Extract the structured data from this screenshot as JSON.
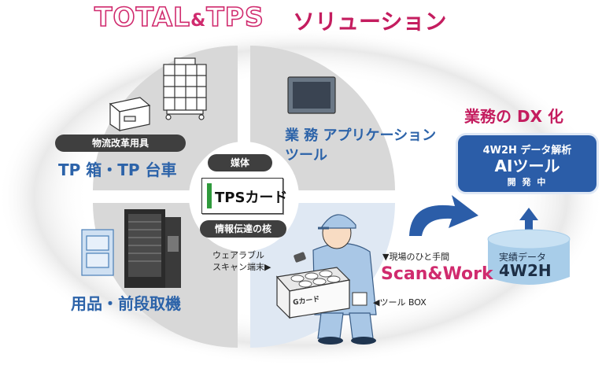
{
  "title": {
    "main": "TOTAL",
    "amp": "&",
    "tps": "TPS",
    "suffix": "ソリューション"
  },
  "quadrants": {
    "top_left": {
      "pill": "物流改革用具",
      "label": "TP 箱・TP 台車"
    },
    "top_right": {
      "label_line1": "業 務 アプリケーション",
      "label_line2": "ツール"
    },
    "bottom_left": {
      "label": "用品・前段取機"
    }
  },
  "center": {
    "top_pill": "媒体",
    "card_text": "TPSカード",
    "bottom_pill": "情報伝達の核"
  },
  "worker": {
    "scanner_line1": "ウェアラブル",
    "scanner_line2": "スキャン端末▶",
    "box_label": "◀ツール BOX",
    "field_label": "▼現場のひと手間",
    "scan_work": "Scan&Work",
    "crate_label": "Gカード"
  },
  "dx": {
    "heading": "業務の DX 化",
    "ai_line1": "4W2H データ解析",
    "ai_line2": "AIツール",
    "ai_line3": "開 発 中",
    "db_label": "実績データ",
    "db_value": "4W2H"
  },
  "colors": {
    "title_pink": "#d02b6e",
    "label_blue": "#2c63a9",
    "ai_blue": "#2b5da8",
    "quadrant_gray": "#d8d8d8",
    "quadrant_light_blue": "#dfe8f3"
  }
}
